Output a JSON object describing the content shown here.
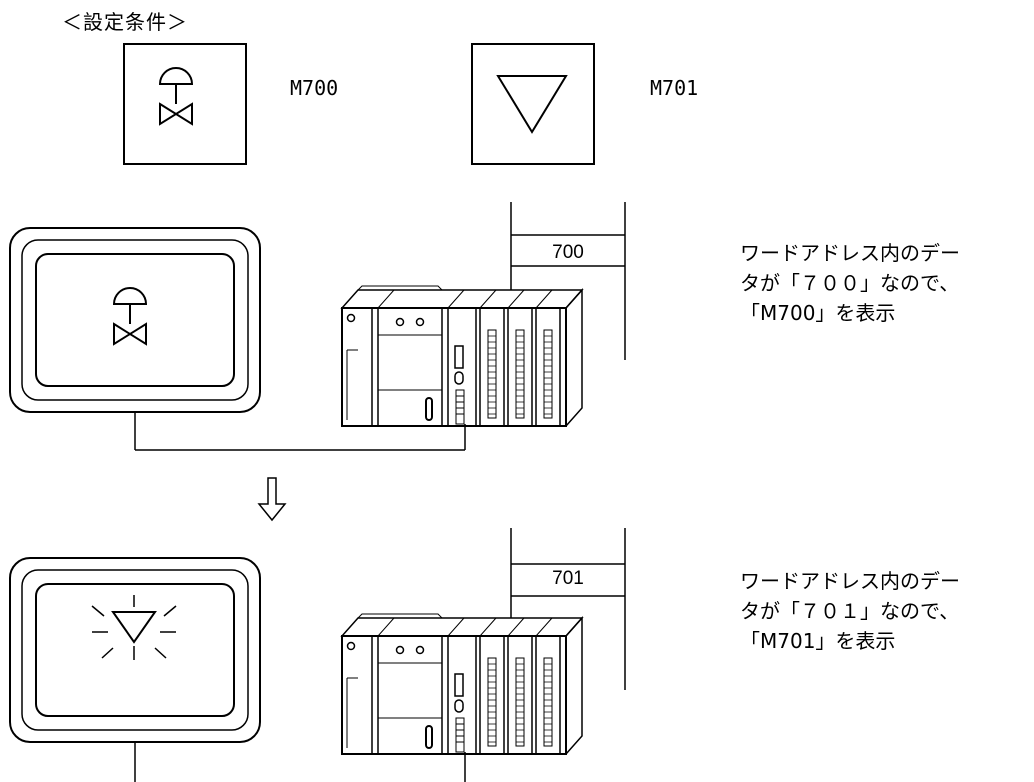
{
  "header": {
    "title": "＜設定条件＞"
  },
  "conditions": [
    {
      "code": "M700",
      "icon": "valve-icon"
    },
    {
      "code": "M701",
      "icon": "triangle-icon"
    }
  ],
  "steps": [
    {
      "word_address_value": "700",
      "description": [
        "ワードアドレス内のデー",
        "タが「７００」なので、",
        "「M700」を表示"
      ],
      "screen_icon": "valve-icon"
    },
    {
      "word_address_value": "701",
      "description": [
        "ワードアドレス内のデー",
        "タが「７０１」なので、",
        "「M701」を表示"
      ],
      "screen_icon": "flashing-triangle-icon"
    }
  ],
  "transition_icon": "down-arrow-icon",
  "colors": {
    "line": "#000000",
    "background": "#ffffff"
  }
}
